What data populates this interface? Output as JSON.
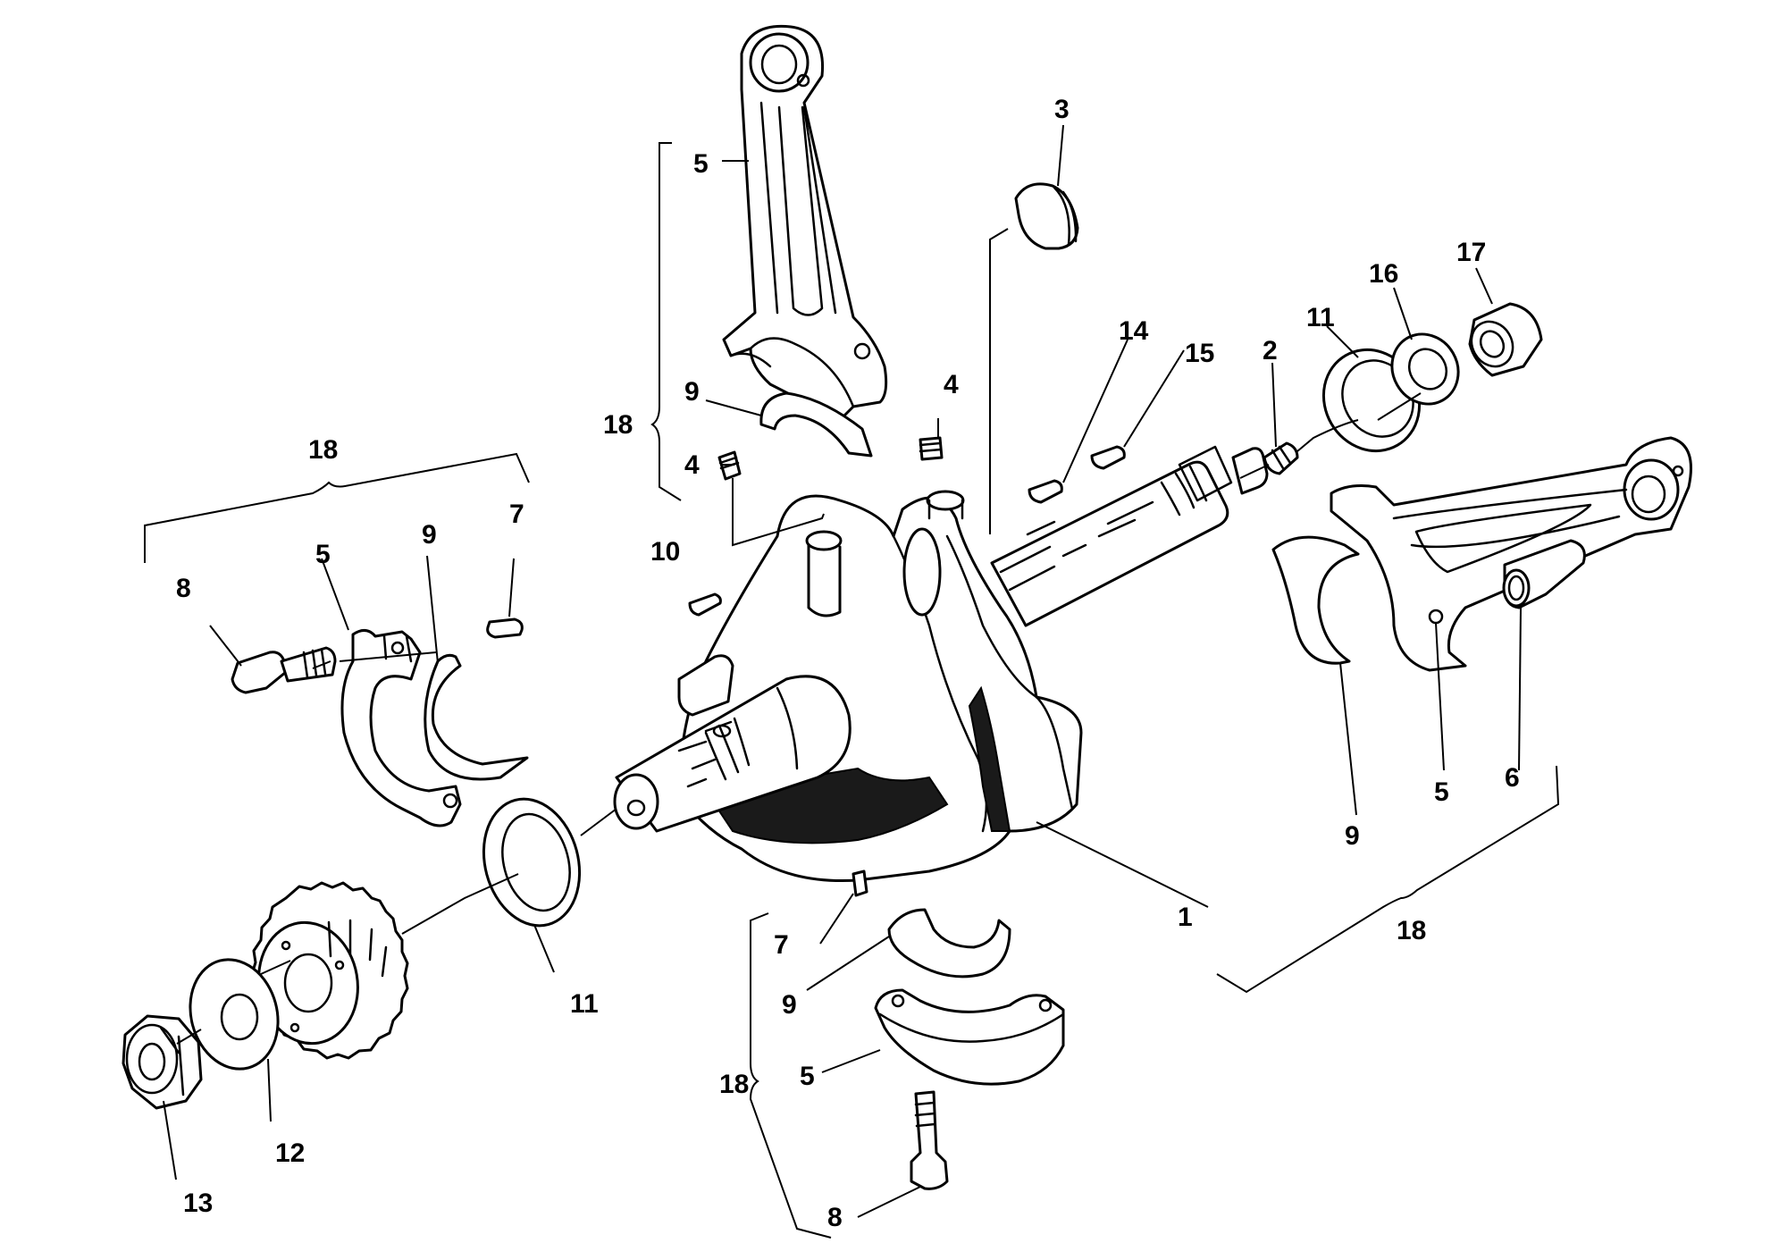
{
  "callouts": {
    "c1": "1",
    "c2": "2",
    "c3": "3",
    "c4a": "4",
    "c4b": "4",
    "c5_top": "5",
    "c5_left": "5",
    "c5_right": "5",
    "c5_bottom": "5",
    "c6": "6",
    "c7_left": "7",
    "c7_bottom": "7",
    "c8_left": "8",
    "c8_bottom": "8",
    "c9_top": "9",
    "c9_left": "9",
    "c9_right": "9",
    "c9_bottom": "9",
    "c10": "10",
    "c11_left": "11",
    "c11_right": "11",
    "c12": "12",
    "c13": "13",
    "c14": "14",
    "c15": "15",
    "c16": "16",
    "c17": "17",
    "c18_top": "18",
    "c18_left": "18",
    "c18_right": "18",
    "c18_bottom": "18"
  }
}
